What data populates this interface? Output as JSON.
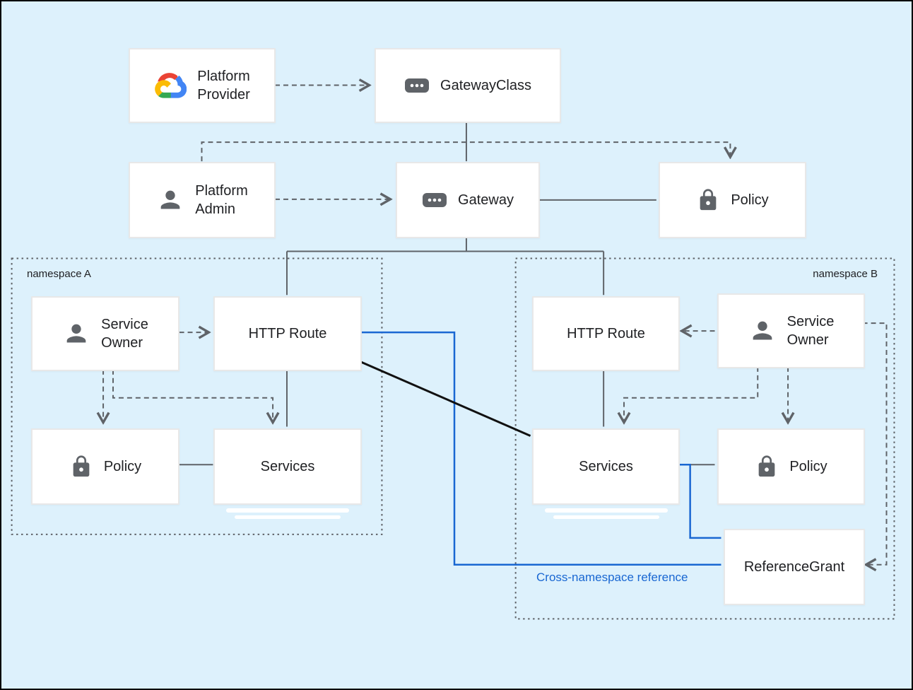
{
  "colors": {
    "background": "#ddf1fc",
    "box_border": "#e8e8e8",
    "text": "#202124",
    "line_gray": "#5f6368",
    "line_blue": "#1967d2",
    "line_black": "#111111",
    "icon_gray": "#5f6368",
    "google_red": "#EA4335",
    "google_blue": "#4285F4",
    "google_green": "#34A853",
    "google_yellow": "#FBBC05"
  },
  "nodes": {
    "platform_provider": {
      "label": "Platform Provider",
      "icon": "google-cloud-icon"
    },
    "gateway_class": {
      "label": "GatewayClass",
      "icon": "resource-chip-icon"
    },
    "platform_admin": {
      "label": "Platform Admin",
      "icon": "person-icon"
    },
    "gateway": {
      "label": "Gateway",
      "icon": "resource-chip-icon"
    },
    "policy_cluster": {
      "label": "Policy",
      "icon": "lock-icon"
    },
    "service_owner_a": {
      "label": "Service Owner",
      "icon": "person-icon"
    },
    "http_route_a": {
      "label": "HTTP Route"
    },
    "policy_a": {
      "label": "Policy",
      "icon": "lock-icon"
    },
    "services_a": {
      "label": "Services"
    },
    "http_route_b": {
      "label": "HTTP Route"
    },
    "service_owner_b": {
      "label": "Service Owner",
      "icon": "person-icon"
    },
    "services_b": {
      "label": "Services"
    },
    "policy_b": {
      "label": "Policy",
      "icon": "lock-icon"
    },
    "reference_grant": {
      "label": "ReferenceGrant"
    }
  },
  "namespaces": {
    "a": {
      "label": "namespace A"
    },
    "b": {
      "label": "namespace B"
    }
  },
  "annotations": {
    "cross_namespace_reference": "Cross-namespace reference"
  }
}
